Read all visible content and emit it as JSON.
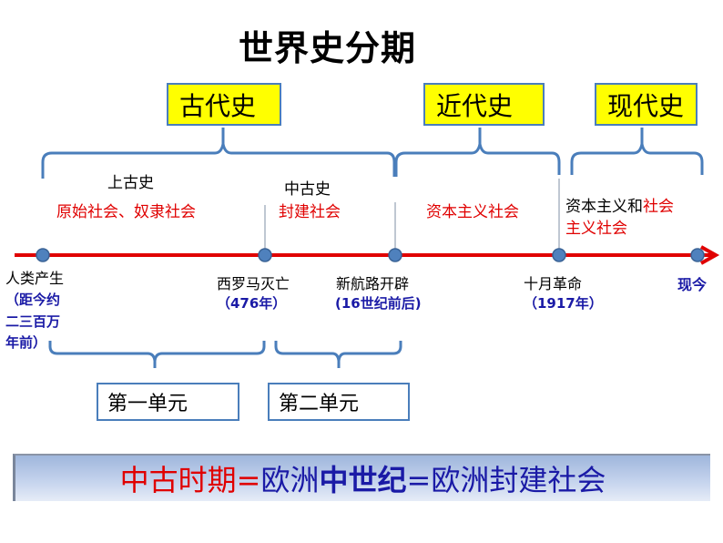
{
  "title": "世界史分期",
  "eras": [
    {
      "label": "古代史"
    },
    {
      "label": "近代史"
    },
    {
      "label": "现代史"
    }
  ],
  "periods": [
    {
      "name": "上古史",
      "society": "原始社会、奴隶社会"
    },
    {
      "name": "中古史",
      "society": "封建社会"
    },
    {
      "name": "",
      "society": "资本主义社会"
    },
    {
      "name": "",
      "society_black": "资本主义和",
      "society_red_1": "社会",
      "society_red_2": "主义社会"
    }
  ],
  "events": [
    {
      "label": "人类产生",
      "date_line1": "（距今约",
      "date_line2": "二三百万",
      "date_line3": "年前）"
    },
    {
      "label": "西罗马灭亡",
      "date": "（476年）"
    },
    {
      "label": "新航路开辟",
      "date": "(16世纪前后)"
    },
    {
      "label": "十月革命",
      "date": "（1917年）"
    },
    {
      "label": "现今"
    }
  ],
  "units": [
    {
      "label": "第一单元"
    },
    {
      "label": "第二单元"
    }
  ],
  "banner": {
    "part1": "中古时期=",
    "part2": "欧洲",
    "part3": "中世纪",
    "part4": "=欧洲封建社会"
  },
  "colors": {
    "timeline": "#e00000",
    "node": "#4f81bd",
    "bracket": "#4a7ebb",
    "era_fill": "#ffff00",
    "emphasis_red": "#e00000",
    "date_blue": "#1a1aa6"
  }
}
